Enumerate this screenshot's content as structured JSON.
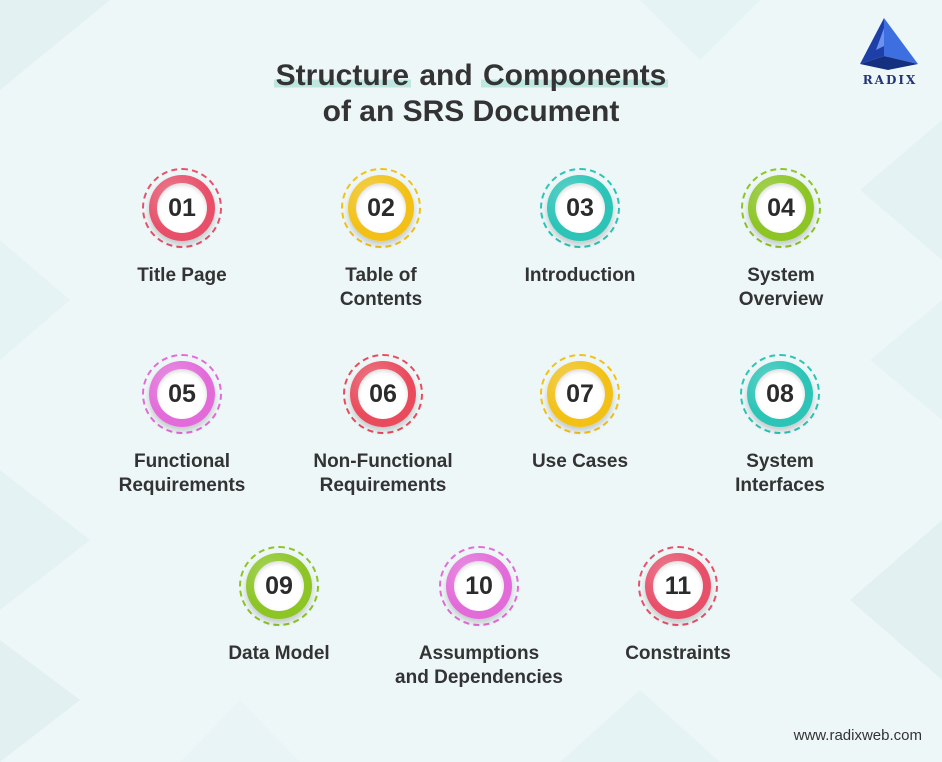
{
  "brand": {
    "name": "RADIX",
    "url": "www.radixweb.com"
  },
  "title": {
    "line1_part1": "Structure",
    "line1_part2": " and ",
    "line1_part3": "Components",
    "line2": "of an SRS Document"
  },
  "items": [
    {
      "number": "01",
      "label_line1": "Title Page",
      "label_line2": "",
      "color": "#e8506a"
    },
    {
      "number": "02",
      "label_line1": "Table of",
      "label_line2": "Contents",
      "color": "#f3c116"
    },
    {
      "number": "03",
      "label_line1": "Introduction",
      "label_line2": "",
      "color": "#2bc4b7"
    },
    {
      "number": "04",
      "label_line1": "System",
      "label_line2": "Overview",
      "color": "#8cc524"
    },
    {
      "number": "05",
      "label_line1": "Functional",
      "label_line2": "Requirements",
      "color": "#e36bd9"
    },
    {
      "number": "06",
      "label_line1": "Non-Functional",
      "label_line2": "Requirements",
      "color": "#ea4b5c"
    },
    {
      "number": "07",
      "label_line1": "Use Cases",
      "label_line2": "",
      "color": "#f3c116"
    },
    {
      "number": "08",
      "label_line1": "System",
      "label_line2": "Interfaces",
      "color": "#2bc4b7"
    },
    {
      "number": "09",
      "label_line1": "Data Model",
      "label_line2": "",
      "color": "#8cc524"
    },
    {
      "number": "10",
      "label_line1": "Assumptions",
      "label_line2": "and Dependencies",
      "color": "#e36bd9"
    },
    {
      "number": "11",
      "label_line1": "Constraints",
      "label_line2": "",
      "color": "#e8506a"
    }
  ]
}
